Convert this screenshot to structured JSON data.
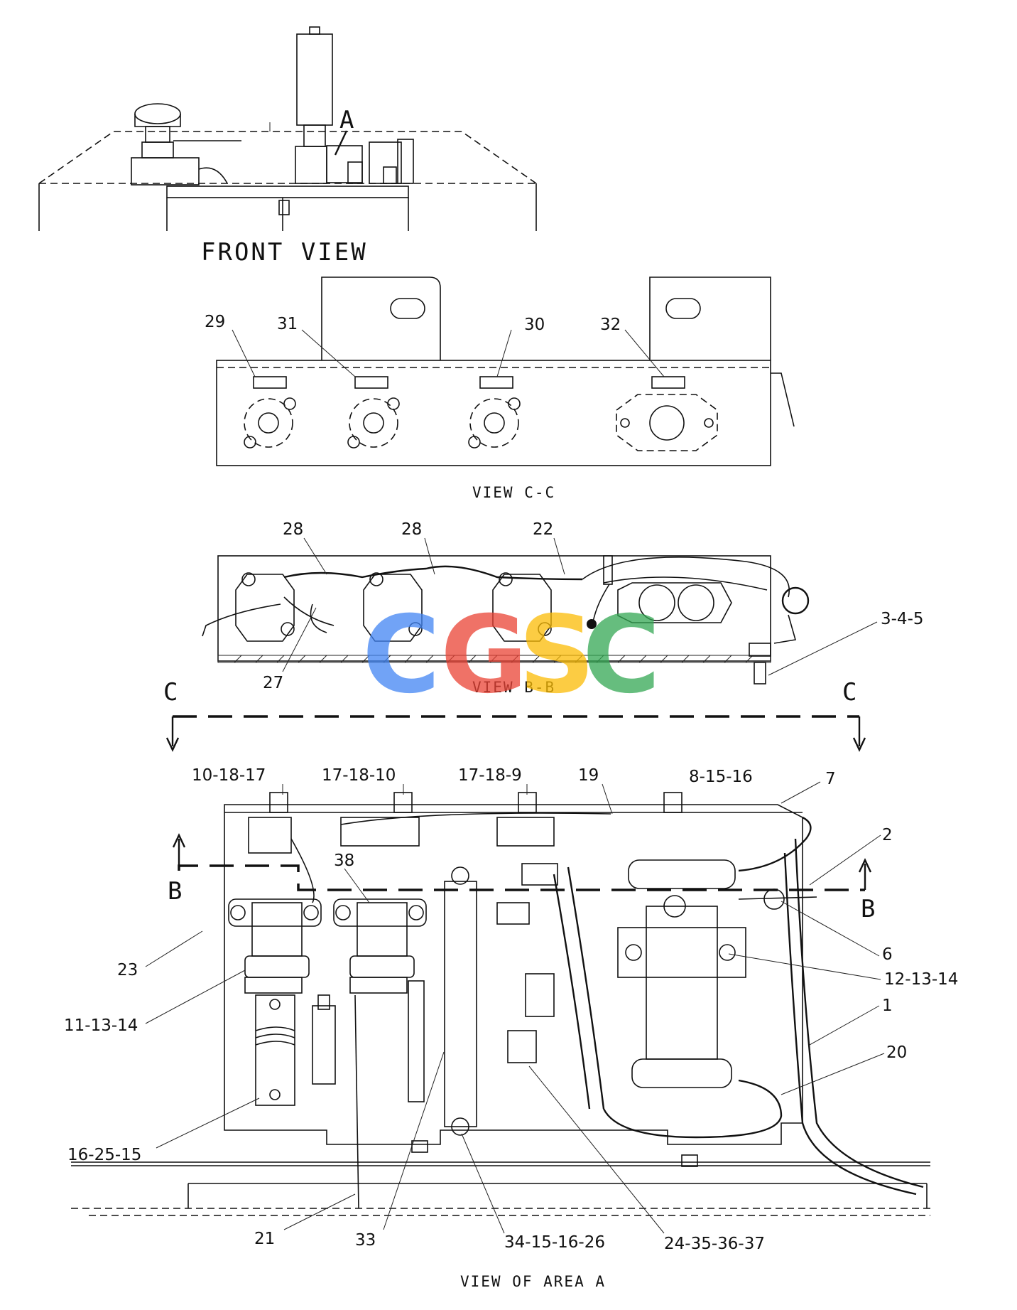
{
  "views": {
    "front": "FRONT  VIEW",
    "cc": "VIEW  C-C",
    "bb": "VIEW  B-B",
    "area_a": "VIEW  OF  AREA  A"
  },
  "section_letters": {
    "a": "A",
    "c_left": "C",
    "c_right": "C",
    "b_left": "B",
    "b_right": "B"
  },
  "callouts_cc": [
    "29",
    "31",
    "30",
    "32"
  ],
  "callouts_bb": [
    "28",
    "28",
    "22",
    "27",
    "3-4-5"
  ],
  "callouts_area_a": {
    "top": [
      "10-18-17",
      "17-18-10",
      "17-18-9",
      "19",
      "8-15-16",
      "7"
    ],
    "right": [
      "2",
      "6",
      "12-13-14",
      "1",
      "20"
    ],
    "left": [
      "38",
      "23",
      "11-13-14",
      "16-25-15"
    ],
    "bottom": [
      "21",
      "33",
      "34-15-16-26",
      "24-35-36-37"
    ]
  },
  "watermark": {
    "letters": [
      "C",
      "G",
      "S",
      "C"
    ],
    "colors": [
      "#4285F4",
      "#EA4335",
      "#FBBC05",
      "#34A853"
    ]
  }
}
